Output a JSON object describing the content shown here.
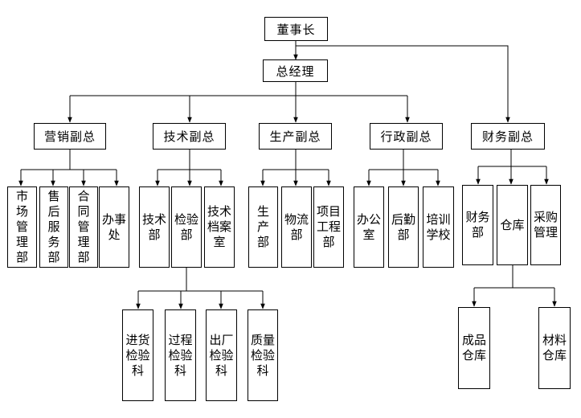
{
  "org": {
    "chairman": "董事长",
    "gm": "总经理",
    "vp_marketing": "营销副总",
    "vp_tech": "技术副总",
    "vp_production": "生产副总",
    "vp_admin": "行政副总",
    "vp_finance": "财务副总",
    "marketing_depts": [
      "市场管理部",
      "售后服务部",
      "合同管理部",
      "办事处"
    ],
    "tech_depts": [
      "技术部",
      "检验部",
      "技术档案室"
    ],
    "production_depts": [
      "生产部",
      "物流部",
      "项目工程部"
    ],
    "admin_depts": [
      "办公室",
      "后勤部",
      "培训学校"
    ],
    "finance_depts": [
      "财务部",
      "仓库",
      "采购管理"
    ],
    "inspection_sections": [
      "进货检验科",
      "过程检验科",
      "出厂检验科",
      "质量检验科"
    ],
    "warehouse_units": [
      "成品仓库",
      "材料仓库"
    ]
  }
}
